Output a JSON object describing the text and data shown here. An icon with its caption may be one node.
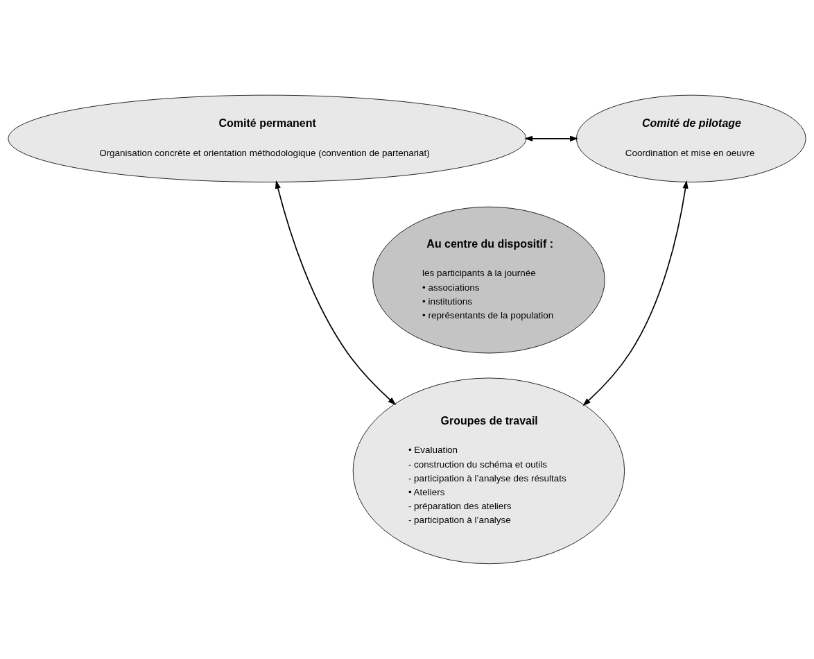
{
  "diagram": {
    "nodes": [
      {
        "text": [
          "Comité permanent",
          "Organisation concrète et orientation méthodologique (convention de partenariat)"
        ]
      },
      {
        "text": [
          "Comité de pilotage",
          "Coordination et mise en oeuvre"
        ]
      },
      {
        "text": [
          "Au centre du dispositif :",
          "les participants à la journée",
          "• associations",
          "• institutions",
          "• représentants de la population"
        ]
      },
      {
        "text": [
          "Groupes de travail",
          "• Evaluation",
          "- construction du schéma et outils",
          "- participation à l’analyse des résultats",
          "• Ateliers",
          "- préparation des ateliers",
          "- participation à l’analyse"
        ]
      }
    ],
    "edges": [
      {
        "from": 0,
        "to": 1,
        "arrow": "both"
      },
      {
        "from": 0,
        "to": 3,
        "arrow": "both"
      },
      {
        "from": 1,
        "to": 3,
        "arrow": "both"
      }
    ]
  }
}
